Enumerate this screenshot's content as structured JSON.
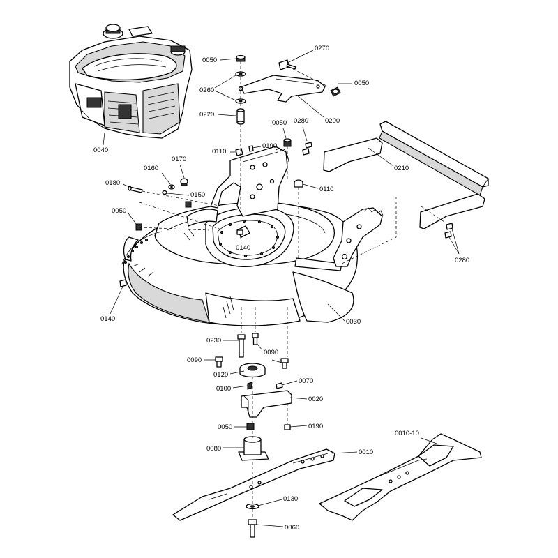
{
  "labels": [
    {
      "id": "lbl-0050-a",
      "text": "0050"
    },
    {
      "id": "lbl-0270",
      "text": "0270"
    },
    {
      "id": "lbl-0260",
      "text": "0260"
    },
    {
      "id": "lbl-0050-b",
      "text": "0050"
    },
    {
      "id": "lbl-0220",
      "text": "0220"
    },
    {
      "id": "lbl-0200",
      "text": "0200"
    },
    {
      "id": "lbl-0040",
      "text": "0040"
    },
    {
      "id": "lbl-0050-c",
      "text": "0050"
    },
    {
      "id": "lbl-0280-a",
      "text": "0280"
    },
    {
      "id": "lbl-0110-a",
      "text": "0110"
    },
    {
      "id": "lbl-0190-a",
      "text": "0190"
    },
    {
      "id": "lbl-0210",
      "text": "0210"
    },
    {
      "id": "lbl-0170",
      "text": "0170"
    },
    {
      "id": "lbl-0160",
      "text": "0160"
    },
    {
      "id": "lbl-0180",
      "text": "0180"
    },
    {
      "id": "lbl-0150",
      "text": "0150"
    },
    {
      "id": "lbl-0110-b",
      "text": "0110"
    },
    {
      "id": "lbl-0050-d",
      "text": "0050"
    },
    {
      "id": "lbl-0140-a",
      "text": "0140"
    },
    {
      "id": "lbl-0280-b",
      "text": "0280"
    },
    {
      "id": "lbl-0140-b",
      "text": "0140"
    },
    {
      "id": "lbl-0030",
      "text": "0030"
    },
    {
      "id": "lbl-0230",
      "text": "0230"
    },
    {
      "id": "lbl-0090-a",
      "text": "0090"
    },
    {
      "id": "lbl-0090-b",
      "text": "0090"
    },
    {
      "id": "lbl-0120",
      "text": "0120"
    },
    {
      "id": "lbl-0070",
      "text": "0070"
    },
    {
      "id": "lbl-0100",
      "text": "0100"
    },
    {
      "id": "lbl-0020",
      "text": "0020"
    },
    {
      "id": "lbl-0050-e",
      "text": "0050"
    },
    {
      "id": "lbl-0190-b",
      "text": "0190"
    },
    {
      "id": "lbl-0080",
      "text": "0080"
    },
    {
      "id": "lbl-0010",
      "text": "0010"
    },
    {
      "id": "lbl-0010-10",
      "text": "0010-10"
    },
    {
      "id": "lbl-0130",
      "text": "0130"
    },
    {
      "id": "lbl-0060",
      "text": "0060"
    }
  ]
}
